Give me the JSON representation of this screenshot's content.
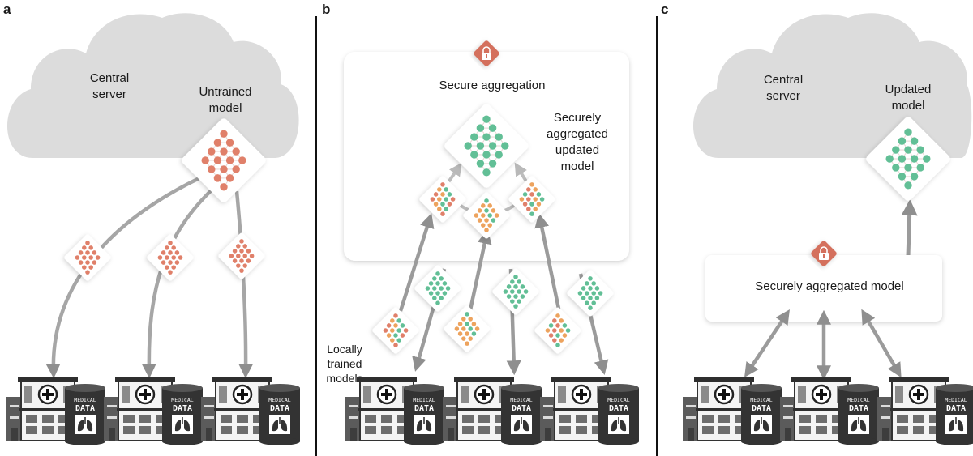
{
  "panels": [
    {
      "letter": "a",
      "central_server": [
        "Central",
        "server"
      ],
      "model_label": [
        "Untrained",
        "model"
      ]
    },
    {
      "letter": "b",
      "secure_aggregation": "Secure aggregation",
      "aggregated_label": [
        "Securely",
        "aggregated",
        "updated",
        "model"
      ],
      "local_label": [
        "Locally",
        "trained",
        "models"
      ]
    },
    {
      "letter": "c",
      "central_server": [
        "Central",
        "server"
      ],
      "model_label": [
        "Updated",
        "model"
      ],
      "aggregated_box": "Securely aggregated model"
    }
  ],
  "database": {
    "line1": "MEDICAL",
    "line2": "DATA"
  },
  "colors": {
    "untrained": "#e0806a",
    "updated": "#62bf96",
    "local_orange": "#eda35e",
    "cloud": "#dcdcdc",
    "arrow": "#a6a6a6",
    "lock": "#d4705d",
    "db": "#333333"
  },
  "icons": [
    "cloud-icon",
    "neural-network-icon",
    "lock-icon",
    "hospital-icon",
    "database-icon",
    "lung-icon",
    "arrow-icon"
  ]
}
